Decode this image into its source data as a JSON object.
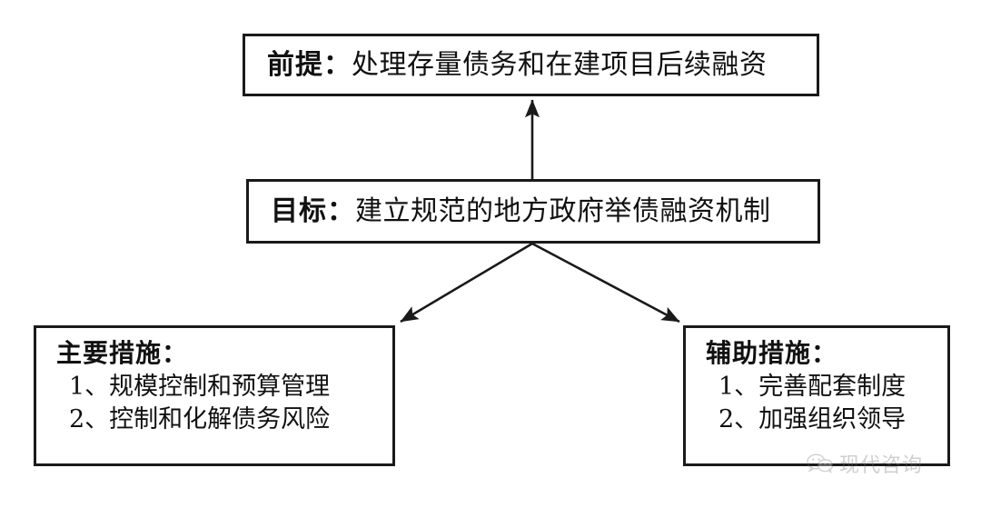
{
  "diagram": {
    "type": "flow-diagram",
    "orientation": "top-down",
    "background_color": "#ffffff",
    "line_color": "#1a1a1a",
    "nodes": {
      "premise": {
        "lead": "前提：",
        "body": "处理存量债务和在建项目后续融资"
      },
      "goal": {
        "lead": "目标：",
        "body": "建立规范的地方政府举债融资机制"
      },
      "main_measures": {
        "title": "主要措施：",
        "items": [
          "1、规模控制和预算管理",
          "2、控制和化解债务风险"
        ]
      },
      "aux_measures": {
        "title": "辅助措施：",
        "items": [
          "1、完善配套制度",
          "2、加强组织领导"
        ]
      }
    },
    "connectors": [
      {
        "name": "goal-to-premise",
        "from": "goal",
        "to": "premise",
        "style": "arrow-up"
      },
      {
        "name": "goal-to-main-measures",
        "from": "goal",
        "to": "main_measures",
        "style": "arrow-down-left"
      },
      {
        "name": "goal-to-aux-measures",
        "from": "goal",
        "to": "aux_measures",
        "style": "arrow-down-right"
      }
    ]
  },
  "watermark": {
    "icon": "wechat-icon",
    "text": "现代咨询",
    "color": "#6f6f6f"
  }
}
